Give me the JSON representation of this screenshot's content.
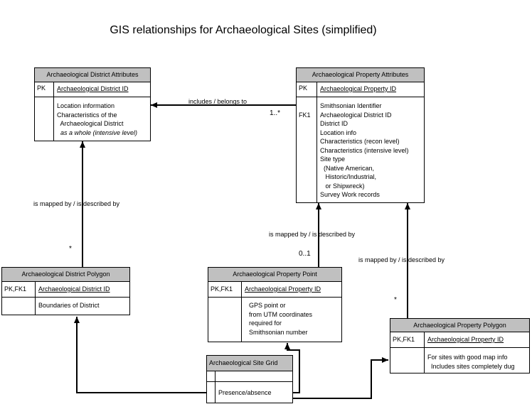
{
  "title": "GIS relationships for Archaeological Sites (simplified)",
  "entities": {
    "district_attributes": {
      "name": "Archaeological District Attributes",
      "key_label": "PK",
      "key_attribute": "Archaeological District ID",
      "attributes": [
        "Location information",
        "Characteristics of the",
        "  Archaeological District",
        "  as a whole (intensive level)"
      ]
    },
    "property_attributes": {
      "name": "Archaeological Property Attributes",
      "key_label": "PK",
      "key_attribute": "Archaeological Property ID",
      "attribute_keys": [
        "",
        "FK1"
      ],
      "attributes": [
        "Smithsonian Identifier",
        "Archaeological District ID",
        "District ID",
        "Location info",
        "Characteristics (recon level)",
        "Characteristics (intensive level)",
        "Site type",
        "  (Native American,",
        "   Historic/Industrial,",
        "   or Shipwreck)",
        "Survey Work records"
      ]
    },
    "district_polygon": {
      "name": "Archaeological District Polygon",
      "key_label": "PK,FK1",
      "key_attribute": "Archaeological District ID",
      "attributes": [
        "Boundaries of District"
      ]
    },
    "property_point": {
      "name": "Archaeological Property Point",
      "key_label": "PK,FK1",
      "key_attribute": "Archaeological Property ID",
      "attributes": [
        "GPS point or",
        "from UTM coordinates",
        "required for",
        "Smithsonian number"
      ]
    },
    "property_polygon": {
      "name": "Archaeological Property Polygon",
      "key_label": "PK,FK1",
      "key_attribute": "Archaeological Property ID",
      "attributes": [
        "For sites with good map info",
        "  Includes sites completely dug"
      ]
    },
    "site_grid": {
      "name": "Archaeological Site Grid",
      "key_label": "",
      "key_attribute": "",
      "attributes": [
        "Presence/absence"
      ]
    }
  },
  "relationships": {
    "includes": {
      "label": "includes / belongs to",
      "multiplicity": "1..*"
    },
    "district_mapped": {
      "label": "is mapped by / is described by",
      "multiplicity": "*"
    },
    "point_mapped": {
      "label": "is mapped by / is described by",
      "multiplicity": "0..1"
    },
    "polygon_mapped": {
      "label": "is mapped by / is described by",
      "multiplicity": "*"
    }
  },
  "colors": {
    "header_fill": "#c0c0c0",
    "line": "#000000",
    "background": "#ffffff"
  }
}
